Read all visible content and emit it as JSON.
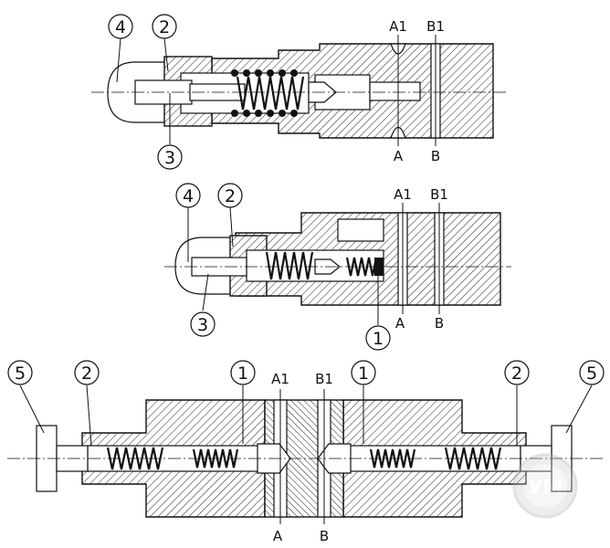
{
  "diagram": {
    "top": {
      "callouts": [
        "4",
        "2",
        "3"
      ],
      "ports": {
        "upper": [
          "A1",
          "B1"
        ],
        "lower": [
          "A",
          "B"
        ]
      }
    },
    "middle": {
      "callouts": [
        "4",
        "2",
        "3",
        "1"
      ],
      "ports": {
        "upper": [
          "A1",
          "B1"
        ],
        "lower": [
          "A",
          "B"
        ]
      }
    },
    "bottom": {
      "callouts": [
        "5",
        "2",
        "1",
        "1",
        "2",
        "5"
      ],
      "ports": {
        "upper": [
          "A1",
          "B1"
        ],
        "lower": [
          "A",
          "B"
        ]
      }
    }
  },
  "watermark": {
    "text": "УМ"
  }
}
